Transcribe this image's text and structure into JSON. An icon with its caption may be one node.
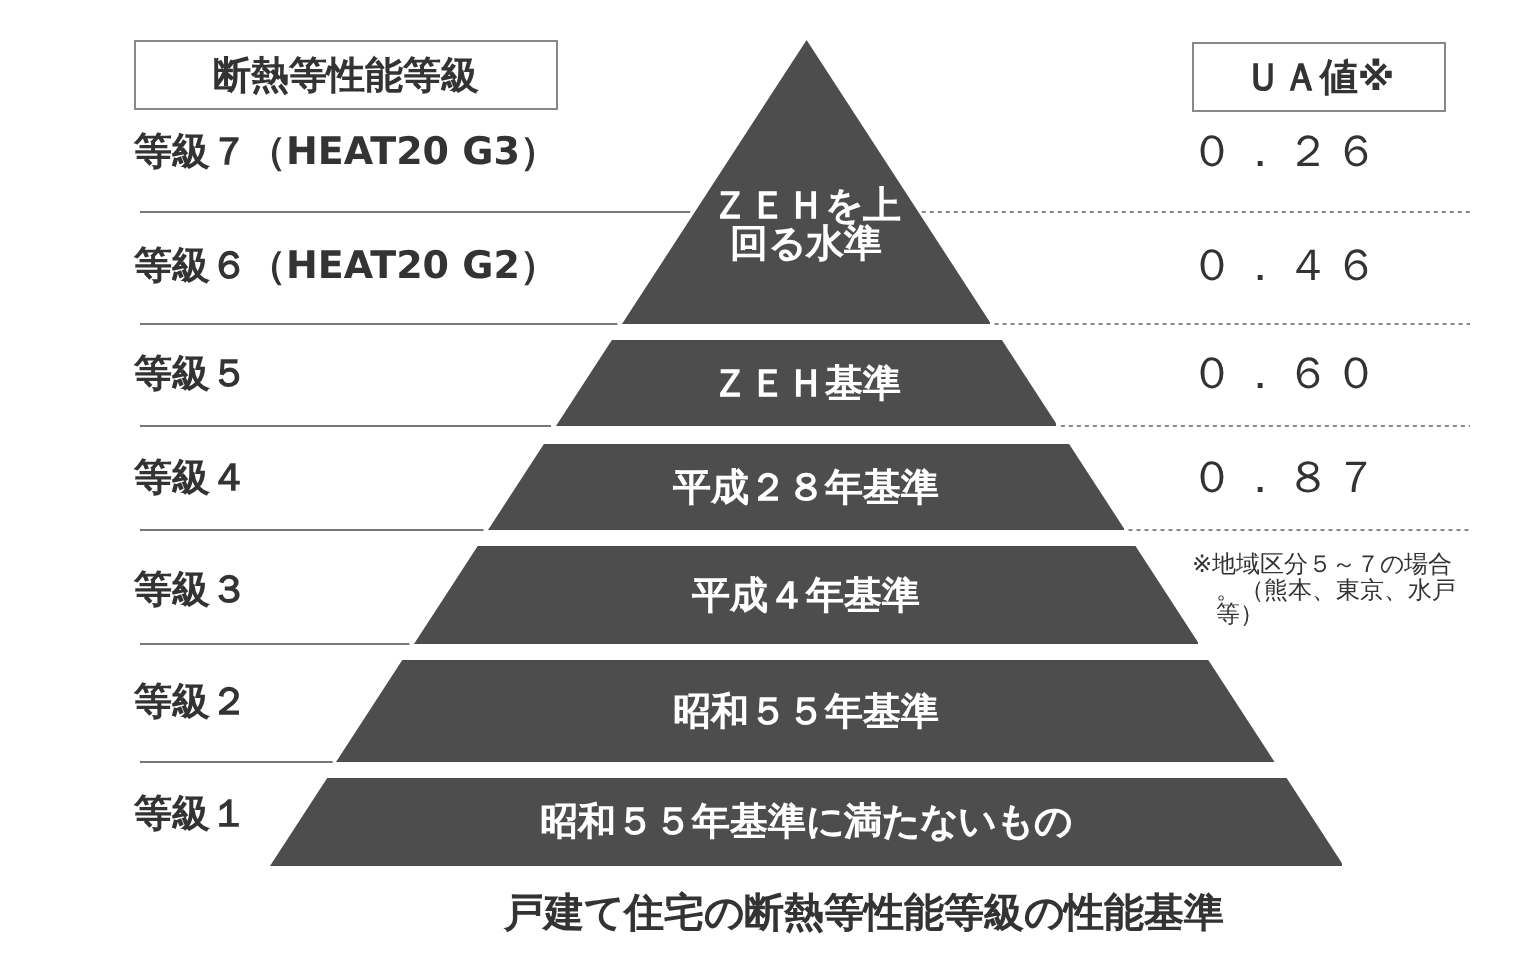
{
  "diagram": {
    "caption": "戸建て住宅の断熱等性能等級の性能基準",
    "nodes": [
      {
        "text": [
          "断熱等性能等級"
        ]
      },
      {
        "text": [
          "ＵＡ値※"
        ]
      },
      {
        "text": [
          "ＺＥＨを上回る水準"
        ]
      },
      {
        "text": [
          "ＺＥＨ基準"
        ]
      },
      {
        "text": [
          "平成２８年基準"
        ]
      },
      {
        "text": [
          "平成４年基準"
        ]
      },
      {
        "text": [
          "昭和５５年基準"
        ]
      },
      {
        "text": [
          "昭和５５年基準に満たないもの"
        ]
      }
    ],
    "labels": [
      "等級７（HEAT20 G3）",
      "０．２６",
      "等級６（HEAT20 G2）",
      "０．４６",
      "等級５",
      "０．６０",
      "等級４",
      "０．８７",
      "※地域区分５～７の場合。（熊本、東京、水戸等）",
      "等級３",
      "等級２",
      "等級１"
    ]
  }
}
